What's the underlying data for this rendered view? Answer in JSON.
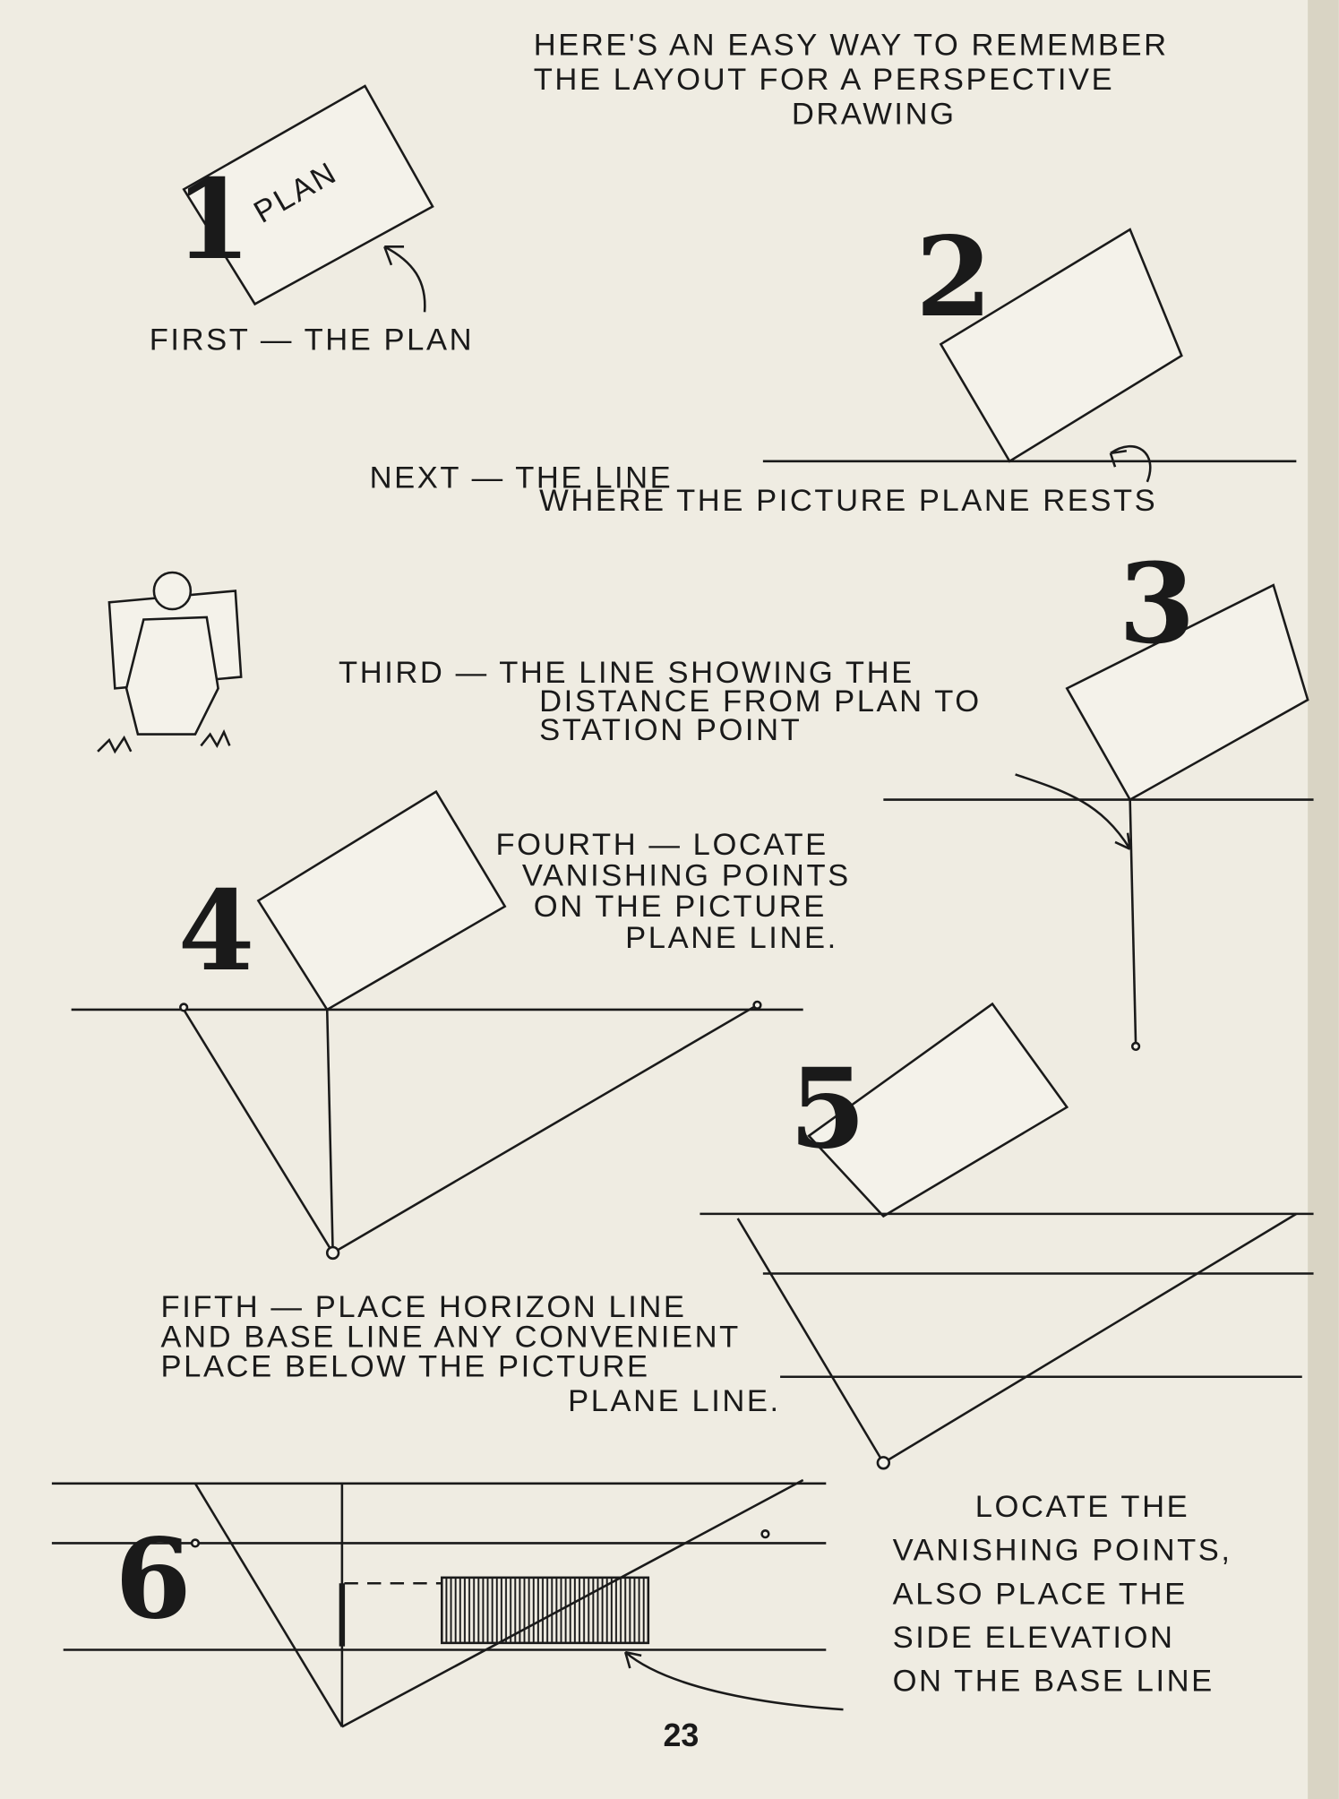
{
  "header": {
    "lines": [
      "HERE'S AN EASY WAY TO REMEMBER",
      "THE LAYOUT FOR A PERSPECTIVE",
      "DRAWING"
    ]
  },
  "step1": {
    "number": "1",
    "plan_label": "PLAN",
    "caption": "FIRST — THE PLAN"
  },
  "step2": {
    "number": "2",
    "lines": [
      "NEXT — THE LINE",
      "WHERE THE PICTURE PLANE RESTS"
    ]
  },
  "step3": {
    "number": "3",
    "lines": [
      "THIRD — THE LINE SHOWING THE",
      "DISTANCE FROM PLAN TO",
      "STATION POINT"
    ]
  },
  "step4": {
    "number": "4",
    "lines": [
      "FOURTH — LOCATE",
      "VANISHING POINTS",
      "ON THE PICTURE",
      "PLANE LINE."
    ]
  },
  "step5": {
    "number": "5",
    "lines": [
      "FIFTH — PLACE HORIZON LINE",
      "AND BASE LINE ANY CONVENIENT",
      "PLACE BELOW THE PICTURE",
      "PLANE LINE."
    ]
  },
  "step6": {
    "number": "6",
    "lines": [
      "LOCATE THE",
      "VANISHING POINTS,",
      "ALSO PLACE THE",
      "SIDE ELEVATION",
      "ON THE BASE LINE"
    ]
  },
  "page_number": "23"
}
